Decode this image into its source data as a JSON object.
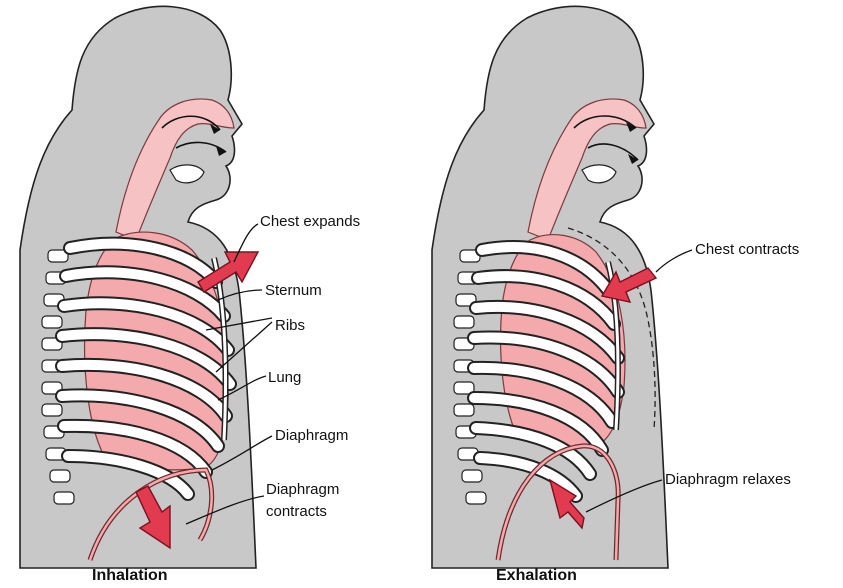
{
  "panels": {
    "inhalation": {
      "caption": "Inhalation",
      "labels": {
        "chest": "Chest expands",
        "sternum": "Sternum",
        "ribs": "Ribs",
        "lung": "Lung",
        "diaphragm": "Diaphragm",
        "diaphragm_action_1": "Diaphragm",
        "diaphragm_action_2": "contracts"
      }
    },
    "exhalation": {
      "caption": "Exhalation",
      "labels": {
        "chest": "Chest contracts",
        "diaphragm": "Diaphragm relaxes"
      }
    }
  },
  "colors": {
    "body": "#c8c8c8",
    "lung": "#f4a9ad",
    "arrow": "#e23a4e"
  }
}
